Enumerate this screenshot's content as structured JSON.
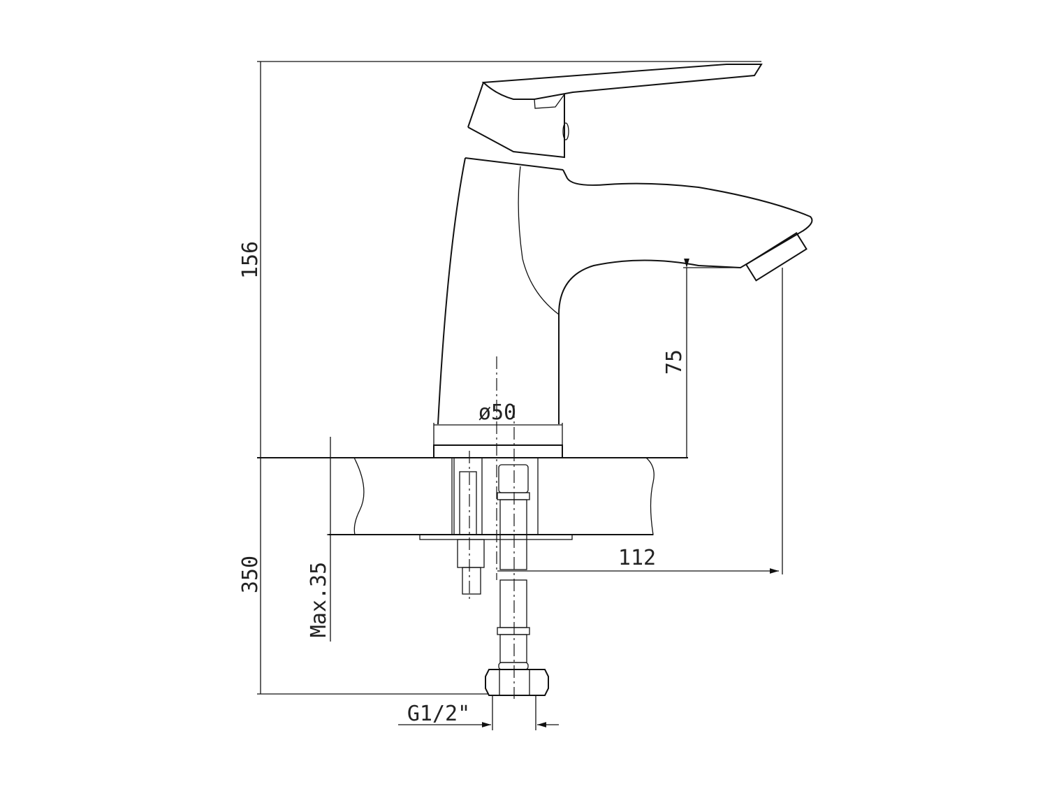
{
  "title": "Faucet dimensional drawing",
  "dimensions": {
    "total_height": "156",
    "spout_height": "75",
    "base_diameter": "ø50",
    "hose_length": "350",
    "max_deck_thickness": "Max.35",
    "spout_reach": "112",
    "thread": "G1/2\""
  },
  "colors": {
    "line": "#111111",
    "background": "#ffffff"
  }
}
